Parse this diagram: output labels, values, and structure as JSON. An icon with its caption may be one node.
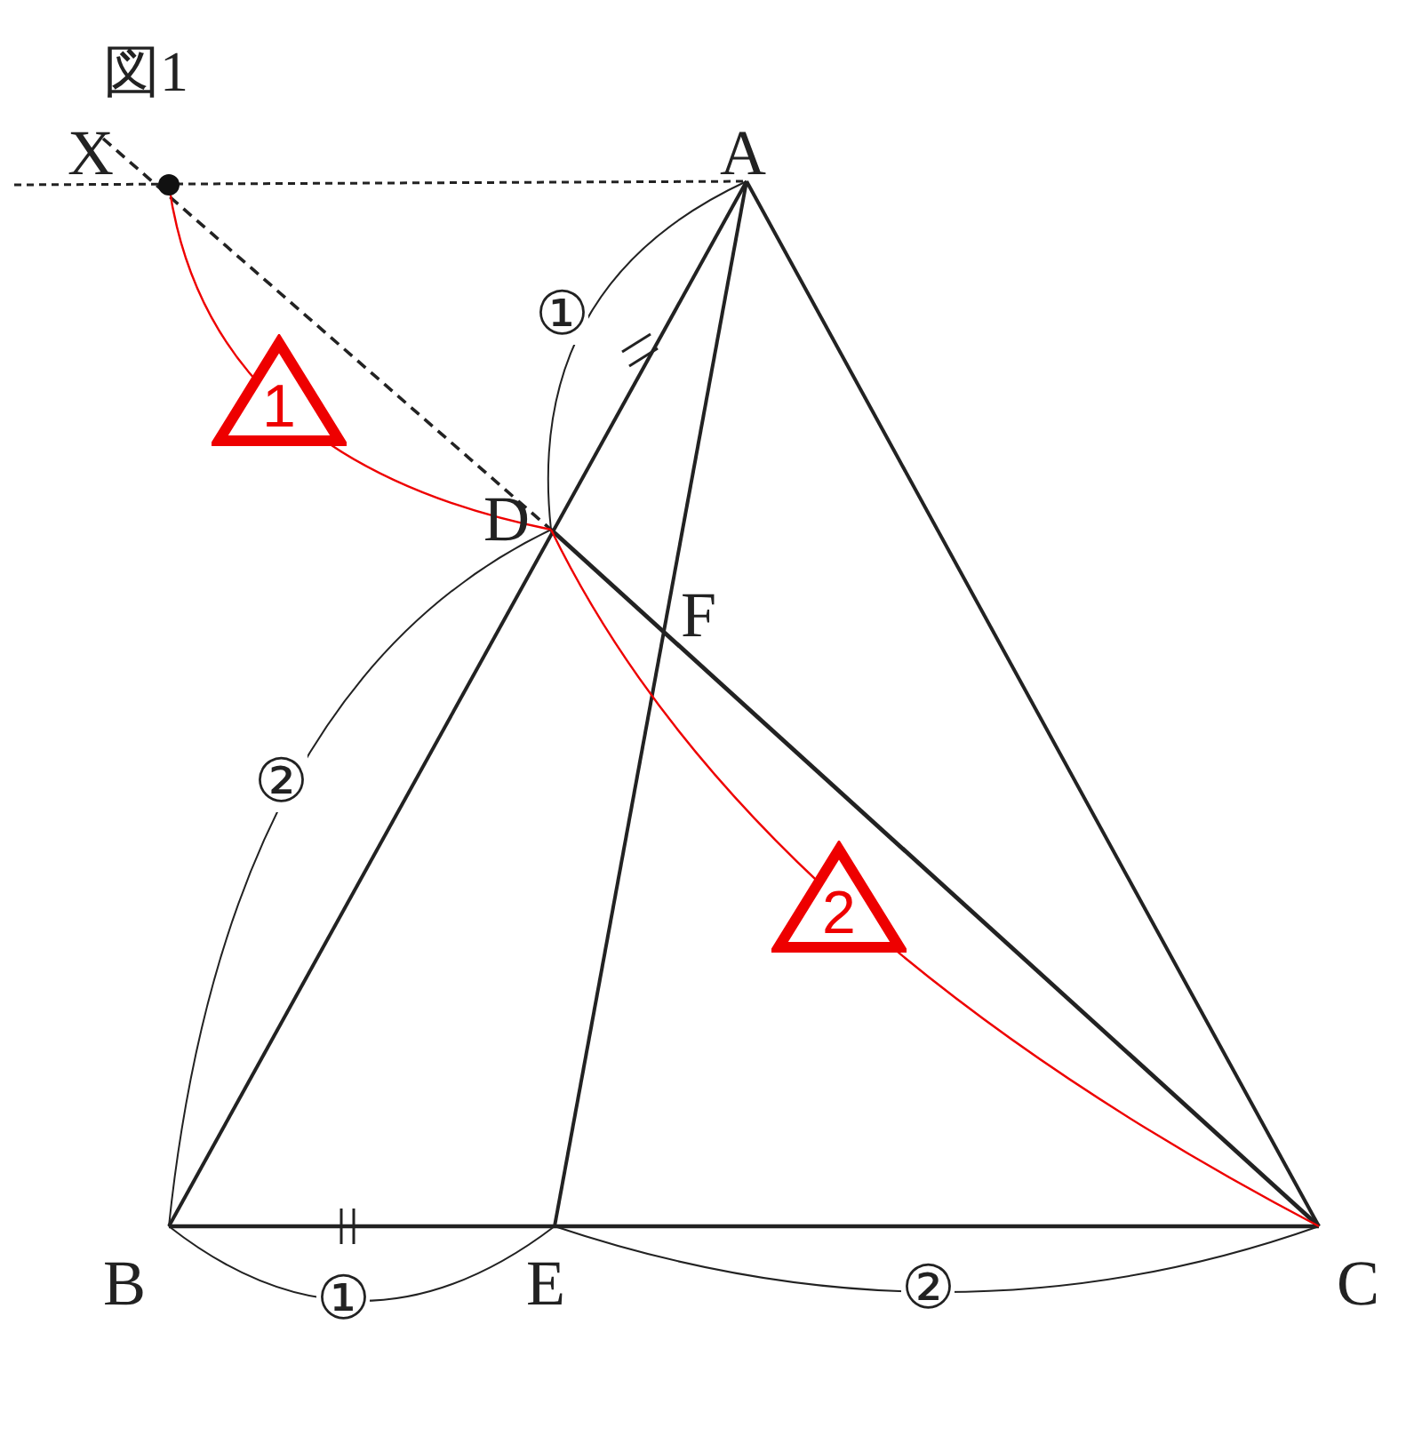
{
  "diagram": {
    "nodes": [
      {
        "text": [
          "1"
        ]
      },
      {
        "text": [
          "2"
        ]
      }
    ],
    "labels": [
      "図1",
      "X",
      "A",
      "①",
      "D",
      "F",
      "②",
      "B",
      "①",
      "E",
      "②",
      "C"
    ]
  }
}
